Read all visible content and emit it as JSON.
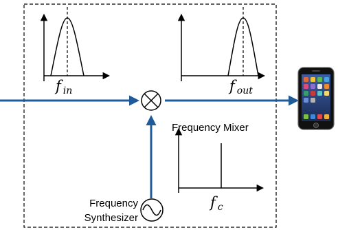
{
  "labels": {
    "f_in": {
      "base": "f",
      "sub": "in"
    },
    "f_out": {
      "base": "f",
      "sub": "out"
    },
    "f_c": {
      "base": "f",
      "sub": "c"
    },
    "mixer": "Frequency Mixer",
    "synthesizer_line1": "Frequency",
    "synthesizer_line2": "Synthesizer"
  },
  "icons": {
    "mixer": "circle-cross-icon",
    "synthesizer": "sine-wave-icon",
    "device": "smartphone-icon"
  },
  "colors": {
    "signal_arrow": "#1f5a99",
    "axes": "#000000",
    "frame": "#000000"
  }
}
